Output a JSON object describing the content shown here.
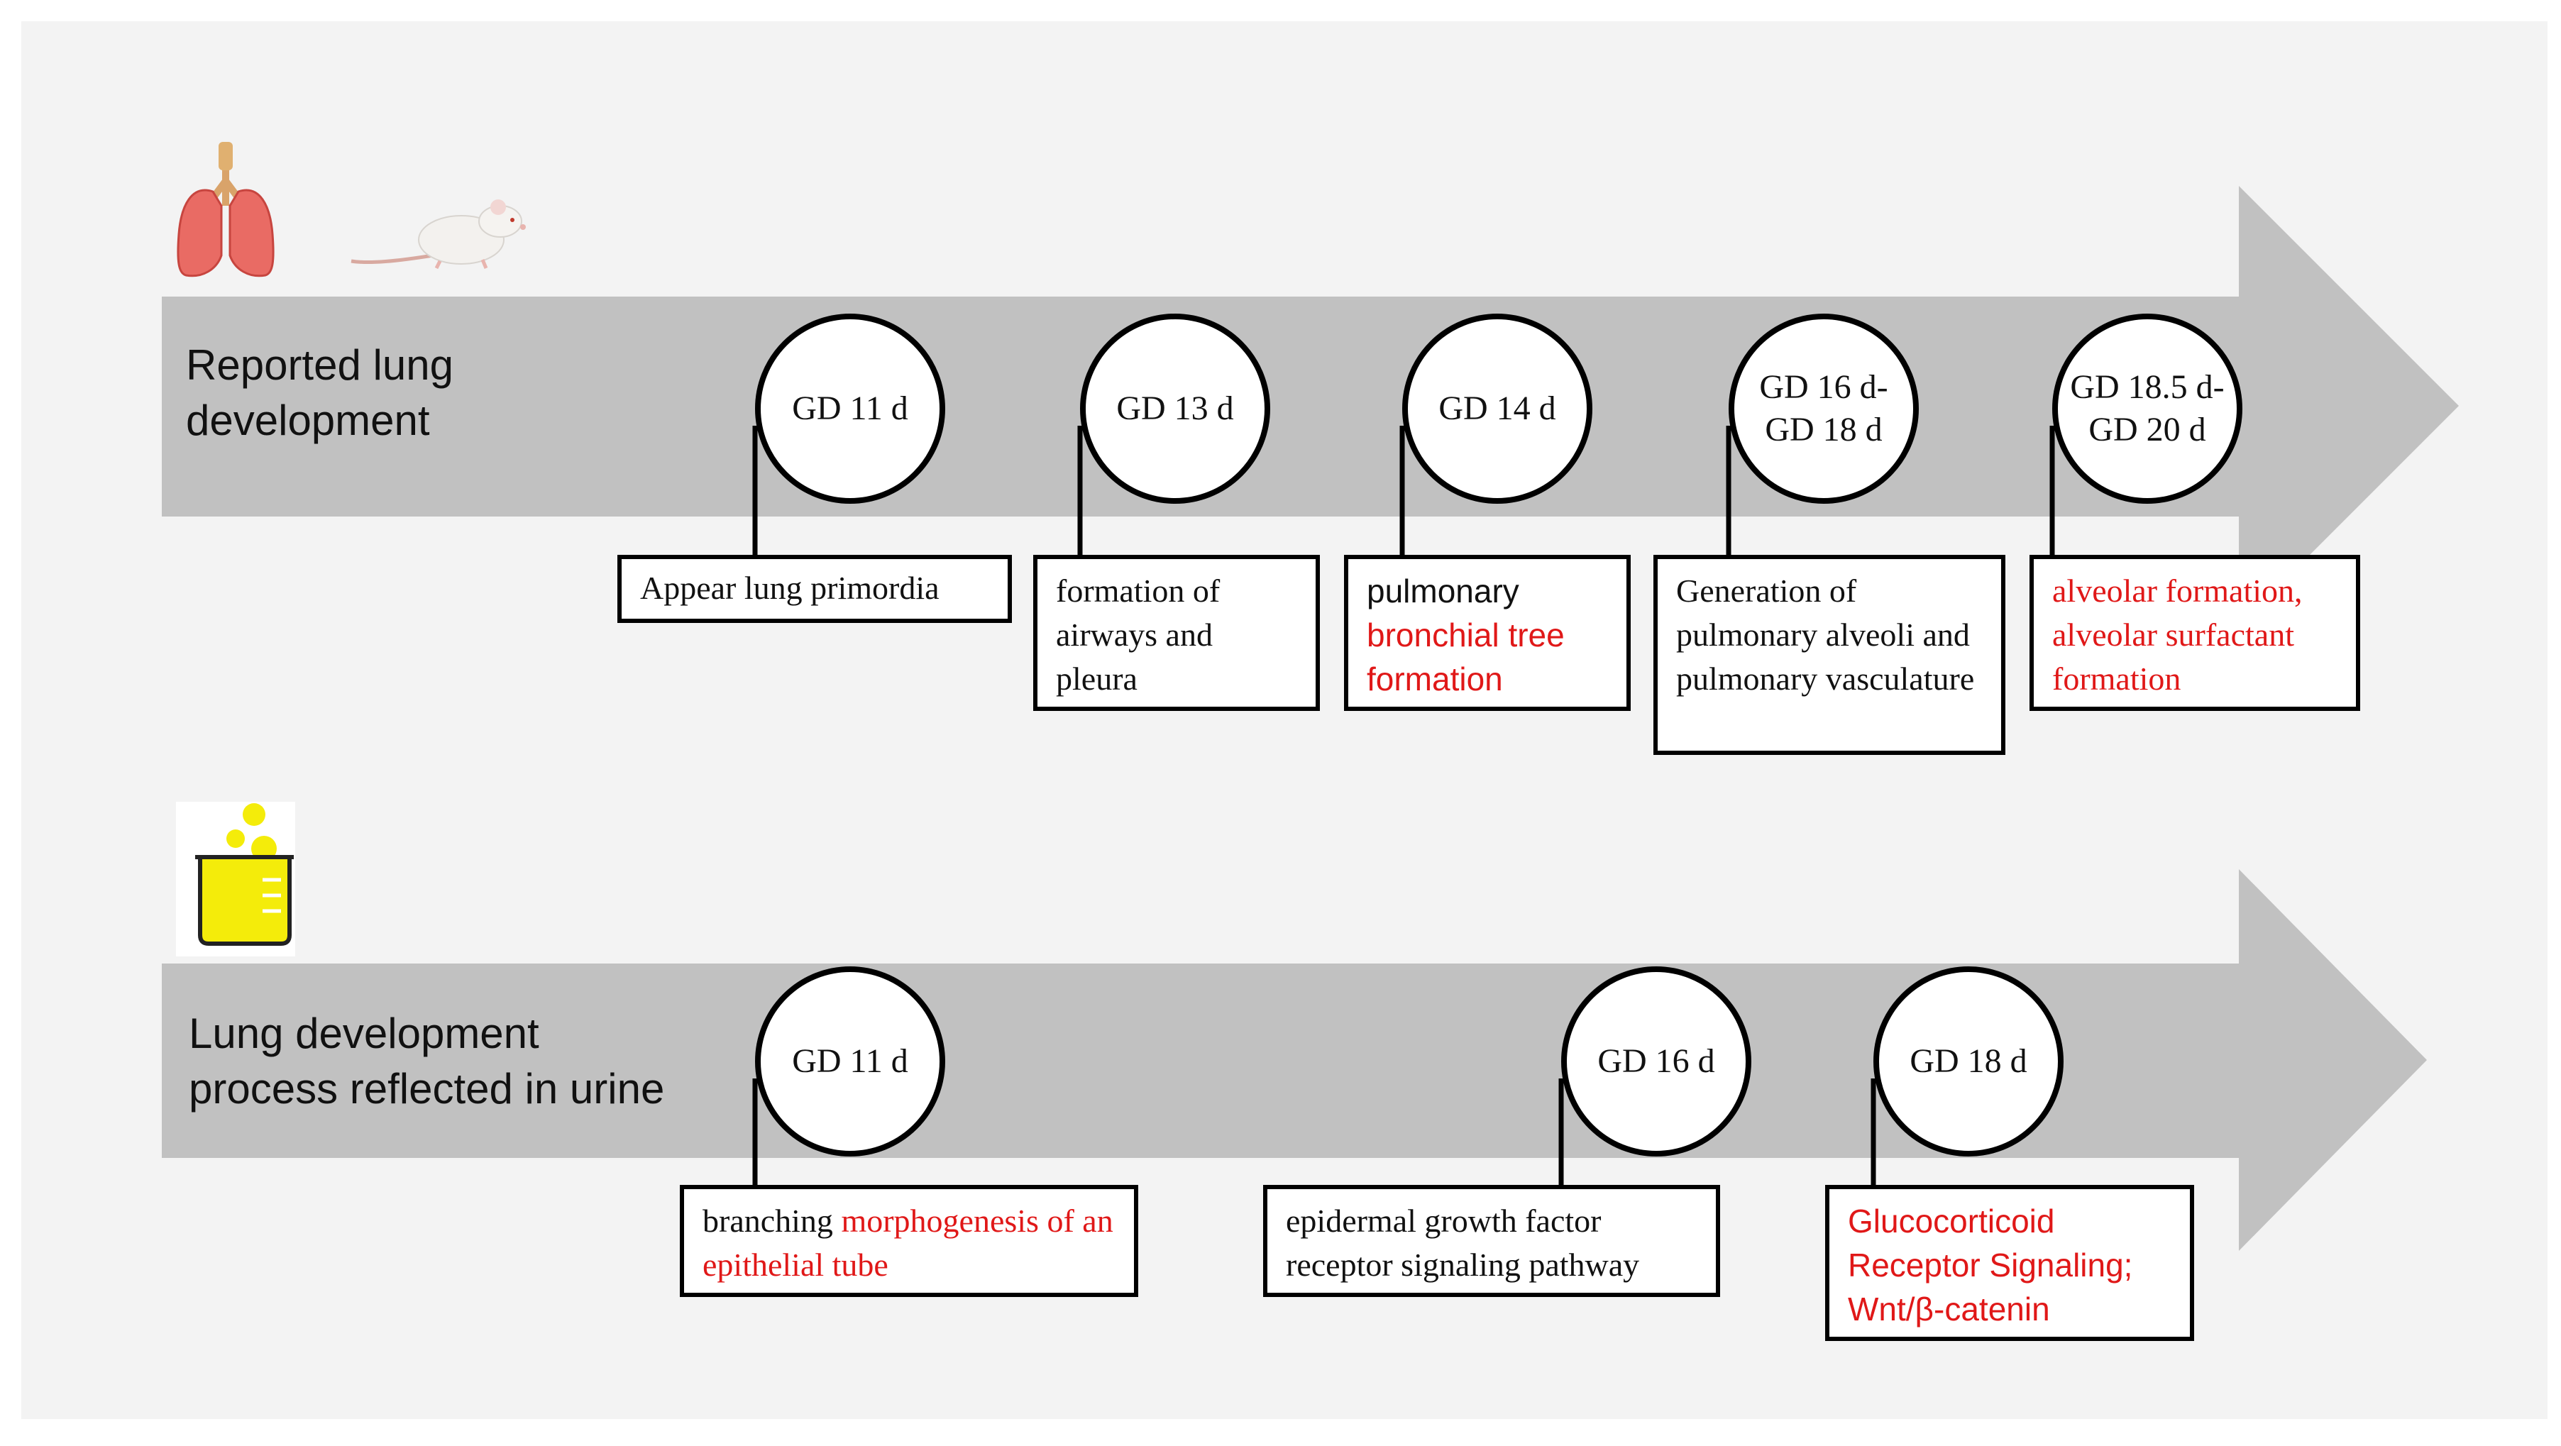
{
  "colors": {
    "arrow": "#c1c1c1",
    "panel": "#f3f3f3",
    "highlight": "#e01818",
    "text": "#111111",
    "beaker_fill": "#f4ec0a"
  },
  "icons": {
    "lungs": "lungs-icon",
    "rat": "rat-icon",
    "beaker": "beaker-icon"
  },
  "timeline1": {
    "label": "Reported lung\ndevelopment",
    "events": [
      {
        "stage": "GD 11 d",
        "desc": [
          {
            "t": "Appear lung primordia",
            "red": false
          }
        ]
      },
      {
        "stage": "GD 13 d",
        "desc": [
          {
            "t": "formation of airways and pleura",
            "red": false
          }
        ]
      },
      {
        "stage": "GD 14 d",
        "desc": [
          {
            "t": "pulmonary",
            "red": false
          },
          {
            "t": " bronchial tree formation",
            "red": true
          }
        ]
      },
      {
        "stage": "GD 16 d-\nGD 18 d",
        "desc": [
          {
            "t": "Generation of pulmonary alveoli and pulmonary vasculature",
            "red": false
          }
        ]
      },
      {
        "stage": "GD 18.5 d-\nGD 20 d",
        "desc": [
          {
            "t": "alveolar formation, alveolar surfactant formation",
            "red": true
          }
        ]
      }
    ]
  },
  "timeline2": {
    "label": "Lung development\nprocess reflected in urine",
    "events": [
      {
        "stage": "GD 11 d",
        "desc": [
          {
            "t": "branching ",
            "red": false
          },
          {
            "t": "morphogenesis of an epithelial tube",
            "red": true
          }
        ]
      },
      {
        "stage": "GD 16 d",
        "desc": [
          {
            "t": "epidermal growth factor receptor signaling pathway",
            "red": false
          }
        ]
      },
      {
        "stage": "GD 18 d",
        "desc": [
          {
            "t": "Glucocorticoid Receptor Signaling; Wnt/β-catenin",
            "red": true
          }
        ]
      }
    ]
  }
}
